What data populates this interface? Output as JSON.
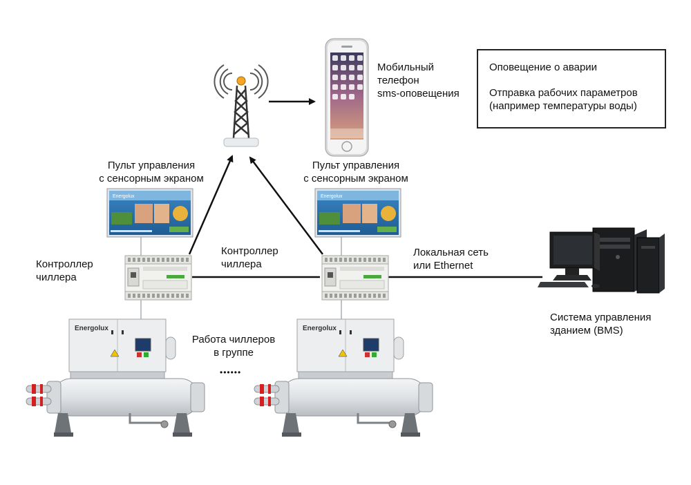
{
  "labels": {
    "phone": [
      "Мобильный",
      "телефон",
      "sms-оповещения"
    ],
    "panel_left": [
      "Пульт управления",
      "с сенсорным экраном"
    ],
    "panel_right": [
      "Пульт управления",
      "с сенсорным экраном"
    ],
    "controller_left": [
      "Контроллер",
      "чиллера"
    ],
    "controller_mid": [
      "Контроллер",
      "чиллера"
    ],
    "lan": [
      "Локальная сеть",
      "или Ethernet"
    ],
    "group": [
      "Работа чиллеров",
      "в группе"
    ],
    "ellipsis": "••••••",
    "bms": [
      "Система управления",
      "зданием (BMS)"
    ]
  },
  "alert_box": {
    "line1": "Оповещение о аварии",
    "line2": "Отправка рабочих параметров",
    "line3": "(например температуры воды)"
  },
  "brand": "Energolux",
  "icons": [
    "antenna-icon",
    "smartphone-icon",
    "touch-panel-icon",
    "plc-controller-icon",
    "chiller-icon",
    "desktop-computer-icon",
    "arrow-icon"
  ],
  "colors": {
    "line": "#111111",
    "chiller_body": "#e8eaec",
    "panel_screen": "#2c6fa8",
    "accent_red": "#d62020",
    "controller_green": "#4aa83f"
  }
}
